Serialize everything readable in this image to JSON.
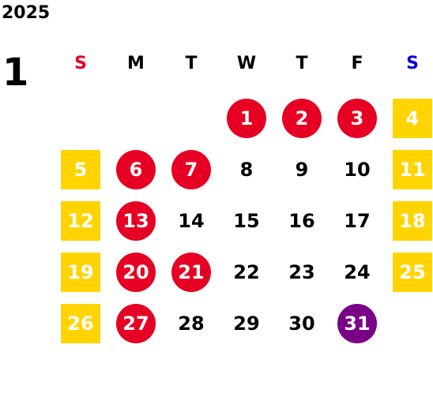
{
  "calendar": {
    "year": "2025",
    "month": "1",
    "weekdays": [
      {
        "label": "S",
        "color": "#e60023"
      },
      {
        "label": "M",
        "color": "#000000"
      },
      {
        "label": "T",
        "color": "#000000"
      },
      {
        "label": "W",
        "color": "#000000"
      },
      {
        "label": "T",
        "color": "#000000"
      },
      {
        "label": "F",
        "color": "#000000"
      },
      {
        "label": "S",
        "color": "#0000e6"
      }
    ],
    "days": [
      {
        "label": "1",
        "style": "holiday"
      },
      {
        "label": "2",
        "style": "holiday"
      },
      {
        "label": "3",
        "style": "holiday"
      },
      {
        "label": "4",
        "style": "weekend"
      },
      {
        "label": "5",
        "style": "weekend"
      },
      {
        "label": "6",
        "style": "holiday"
      },
      {
        "label": "7",
        "style": "holiday"
      },
      {
        "label": "8",
        "style": "plain"
      },
      {
        "label": "9",
        "style": "plain"
      },
      {
        "label": "10",
        "style": "plain"
      },
      {
        "label": "11",
        "style": "weekend"
      },
      {
        "label": "12",
        "style": "weekend"
      },
      {
        "label": "13",
        "style": "holiday"
      },
      {
        "label": "14",
        "style": "plain"
      },
      {
        "label": "15",
        "style": "plain"
      },
      {
        "label": "16",
        "style": "plain"
      },
      {
        "label": "17",
        "style": "plain"
      },
      {
        "label": "18",
        "style": "weekend"
      },
      {
        "label": "19",
        "style": "weekend"
      },
      {
        "label": "20",
        "style": "holiday"
      },
      {
        "label": "21",
        "style": "holiday"
      },
      {
        "label": "22",
        "style": "plain"
      },
      {
        "label": "23",
        "style": "plain"
      },
      {
        "label": "24",
        "style": "plain"
      },
      {
        "label": "25",
        "style": "weekend"
      },
      {
        "label": "26",
        "style": "weekend"
      },
      {
        "label": "27",
        "style": "holiday"
      },
      {
        "label": "28",
        "style": "plain"
      },
      {
        "label": "29",
        "style": "plain"
      },
      {
        "label": "30",
        "style": "plain"
      },
      {
        "label": "31",
        "style": "special"
      }
    ],
    "colors": {
      "holiday": "#e60023",
      "weekend": "#ffd400",
      "special": "#7a0085"
    }
  }
}
